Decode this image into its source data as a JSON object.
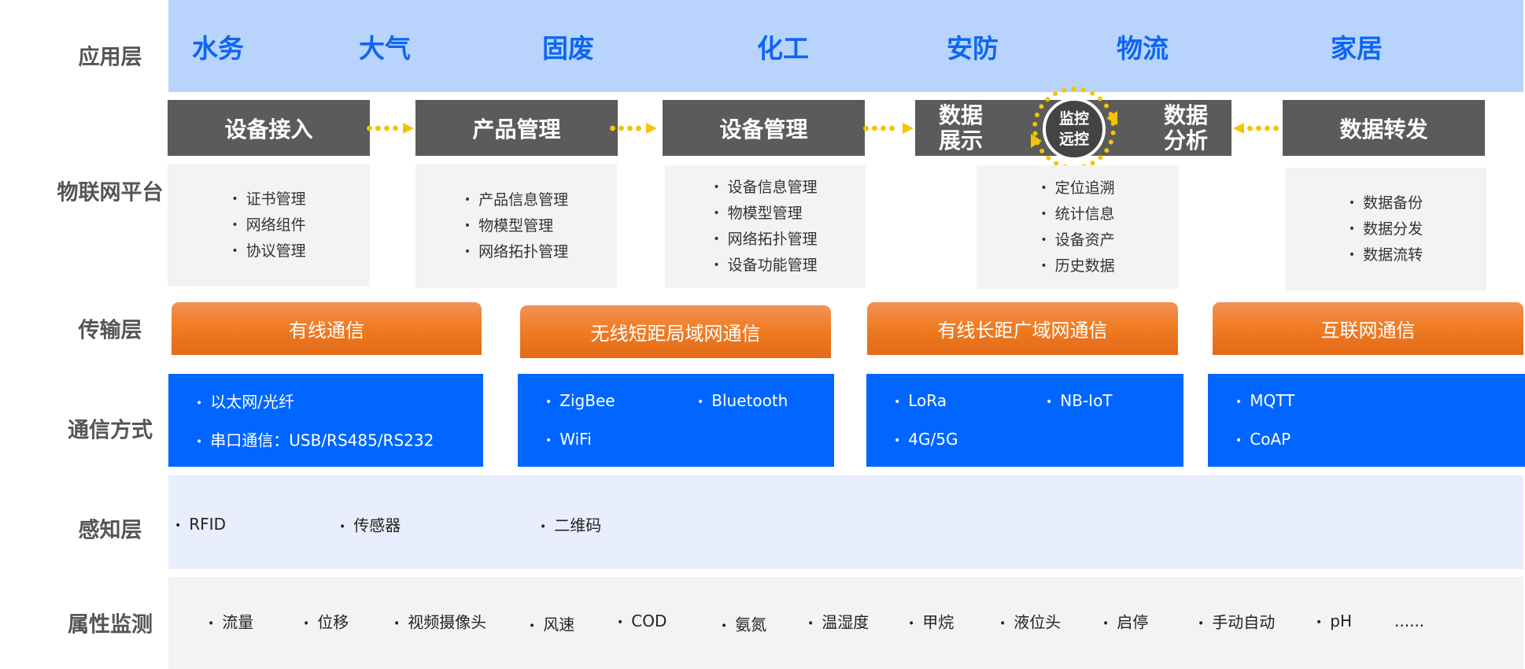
{
  "layers": {
    "application": "应用层",
    "platform": "物联网平台",
    "transport": "传输层",
    "communication": "通信方式",
    "perception": "感知层",
    "attributes": "属性监测"
  },
  "applications": [
    "水务",
    "大气",
    "固废",
    "化工",
    "安防",
    "物流",
    "家居"
  ],
  "platform": {
    "modules": [
      {
        "title": "设备接入",
        "items": [
          "证书管理",
          "网络组件",
          "协议管理"
        ]
      },
      {
        "title": "产品管理",
        "items": [
          "产品信息管理",
          "物模型管理",
          "网络拓扑管理"
        ]
      },
      {
        "title": "设备管理",
        "items": [
          "设备信息管理",
          "物模型管理",
          "网络拓扑管理",
          "设备功能管理"
        ]
      },
      {
        "title_left": [
          "数据",
          "展示"
        ],
        "center": [
          "监控",
          "远控"
        ],
        "title_right": [
          "数据",
          "分析"
        ],
        "items": [
          "定位追溯",
          "统计信息",
          "设备资产",
          "历史数据"
        ]
      },
      {
        "title": "数据转发",
        "items": [
          "数据备份",
          "数据分发",
          "数据流转"
        ]
      }
    ]
  },
  "transport": [
    "有线通信",
    "无线短距局域网通信",
    "有线长距广域网通信",
    "互联网通信"
  ],
  "communication": [
    [
      "以太网/光纤",
      "串口通信：USB/RS485/RS232"
    ],
    [
      "ZigBee",
      "Bluetooth",
      "WiFi"
    ],
    [
      "LoRa",
      "NB-IoT",
      "4G/5G"
    ],
    [
      "MQTT",
      "CoAP"
    ]
  ],
  "perception": [
    "RFID",
    "传感器",
    "二维码"
  ],
  "attributes": [
    "流量",
    "位移",
    "视频摄像头",
    "风速",
    "COD",
    "氨氮",
    "温湿度",
    "甲烷",
    "液位头",
    "启停",
    "手动自动",
    "pH",
    "......"
  ]
}
